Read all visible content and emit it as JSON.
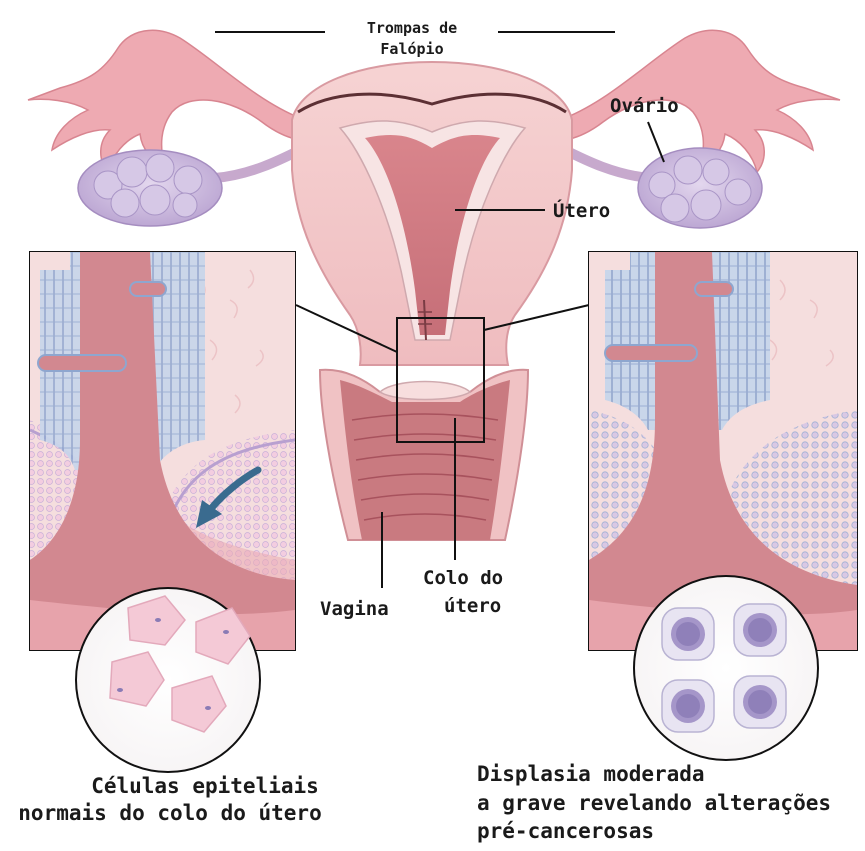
{
  "labels": {
    "fallopian_tubes_line1": "Trompas de",
    "fallopian_tubes_line2": "Falópio",
    "ovary": "Ovário",
    "uterus": "Útero",
    "cervix_line1": "Colo do",
    "cervix_line2": "útero",
    "vagina": "Vagina",
    "normal_cells_line1": "Células epiteliais",
    "normal_cells_line2": "normais do colo do útero",
    "dysplasia_line1": "Displasia moderada",
    "dysplasia_line2": "a grave revelando alterações",
    "dysplasia_line3": "pré-cancerosas"
  },
  "colors": {
    "tissue_pink": "#f2c4c6",
    "tissue_dark": "#c97a80",
    "ovary_lilac": "#c9b6dc",
    "epithelium_blue": "#b7c7e0",
    "cell_pink": "#f4c9d6",
    "dysplasia_cell": "#e8e4f2",
    "nucleus_purple": "#8a7bb5"
  },
  "icons": [
    "arrow-icon"
  ]
}
